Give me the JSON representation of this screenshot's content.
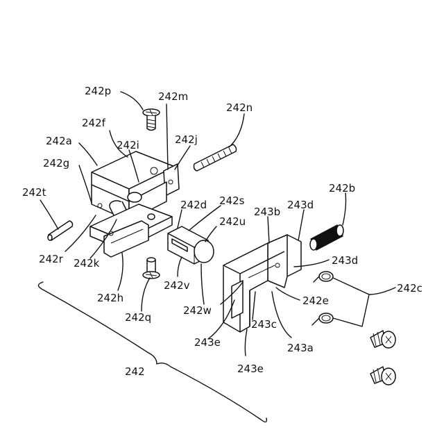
{
  "labels": {
    "l242p": "242p",
    "l242m": "242m",
    "l242n": "242n",
    "l242f": "242f",
    "l242a": "242a",
    "l242i": "242i",
    "l242j": "242j",
    "l242g": "242g",
    "l242t": "242t",
    "l242d": "242d",
    "l242s": "242s",
    "l243b": "243b",
    "l243d_top": "243d",
    "l242b": "242b",
    "l242u": "242u",
    "l242r": "242r",
    "l242k": "242k",
    "l243d_right": "243d",
    "l242c": "242c",
    "l242v": "242v",
    "l242h": "242h",
    "l242e": "242e",
    "l242w": "242w",
    "l242q": "242q",
    "l243c": "243c",
    "l243e_left": "243e",
    "l243a": "243a",
    "l243e_bottom": "243e",
    "l242": "242"
  }
}
